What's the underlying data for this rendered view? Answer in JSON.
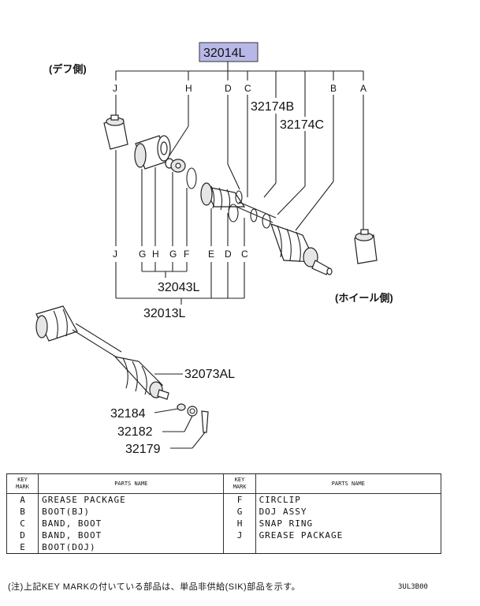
{
  "diagram": {
    "assy_label": "32014L",
    "diff_side": "(デフ側)",
    "wheel_side": "(ホイール側)",
    "top_keys": [
      "J",
      "H",
      "D",
      "C",
      "B",
      "A"
    ],
    "bottom_keys": [
      "J",
      "G",
      "H",
      "G",
      "F",
      "E",
      "D",
      "C"
    ],
    "labels": {
      "p32174B": "32174B",
      "p32174C": "32174C",
      "p32043L": "32043L",
      "p32013L": "32013L",
      "p32073AL": "32073AL",
      "p32184": "32184",
      "p32182": "32182",
      "p32179": "32179"
    },
    "assy_highlight_color": "#b8b8e8"
  },
  "table": {
    "header_key": "KEY\nMARK",
    "header_name": "PARTS NAME",
    "left_rows": [
      {
        "key": "A",
        "name": "GREASE PACKAGE"
      },
      {
        "key": "B",
        "name": "BOOT(BJ)"
      },
      {
        "key": "C",
        "name": "BAND, BOOT"
      },
      {
        "key": "D",
        "name": "BAND, BOOT"
      },
      {
        "key": "E",
        "name": "BOOT(DOJ)"
      }
    ],
    "right_rows": [
      {
        "key": "F",
        "name": "CIRCLIP"
      },
      {
        "key": "G",
        "name": "DOJ ASSY"
      },
      {
        "key": "H",
        "name": "SNAP RING"
      },
      {
        "key": "J",
        "name": "GREASE PACKAGE"
      },
      {
        "key": "",
        "name": ""
      }
    ]
  },
  "footer": {
    "note": "(注)上記KEY MARKの付いている部品は、単品非供給(SIK)部品を示す。",
    "code": "3UL3B00"
  }
}
